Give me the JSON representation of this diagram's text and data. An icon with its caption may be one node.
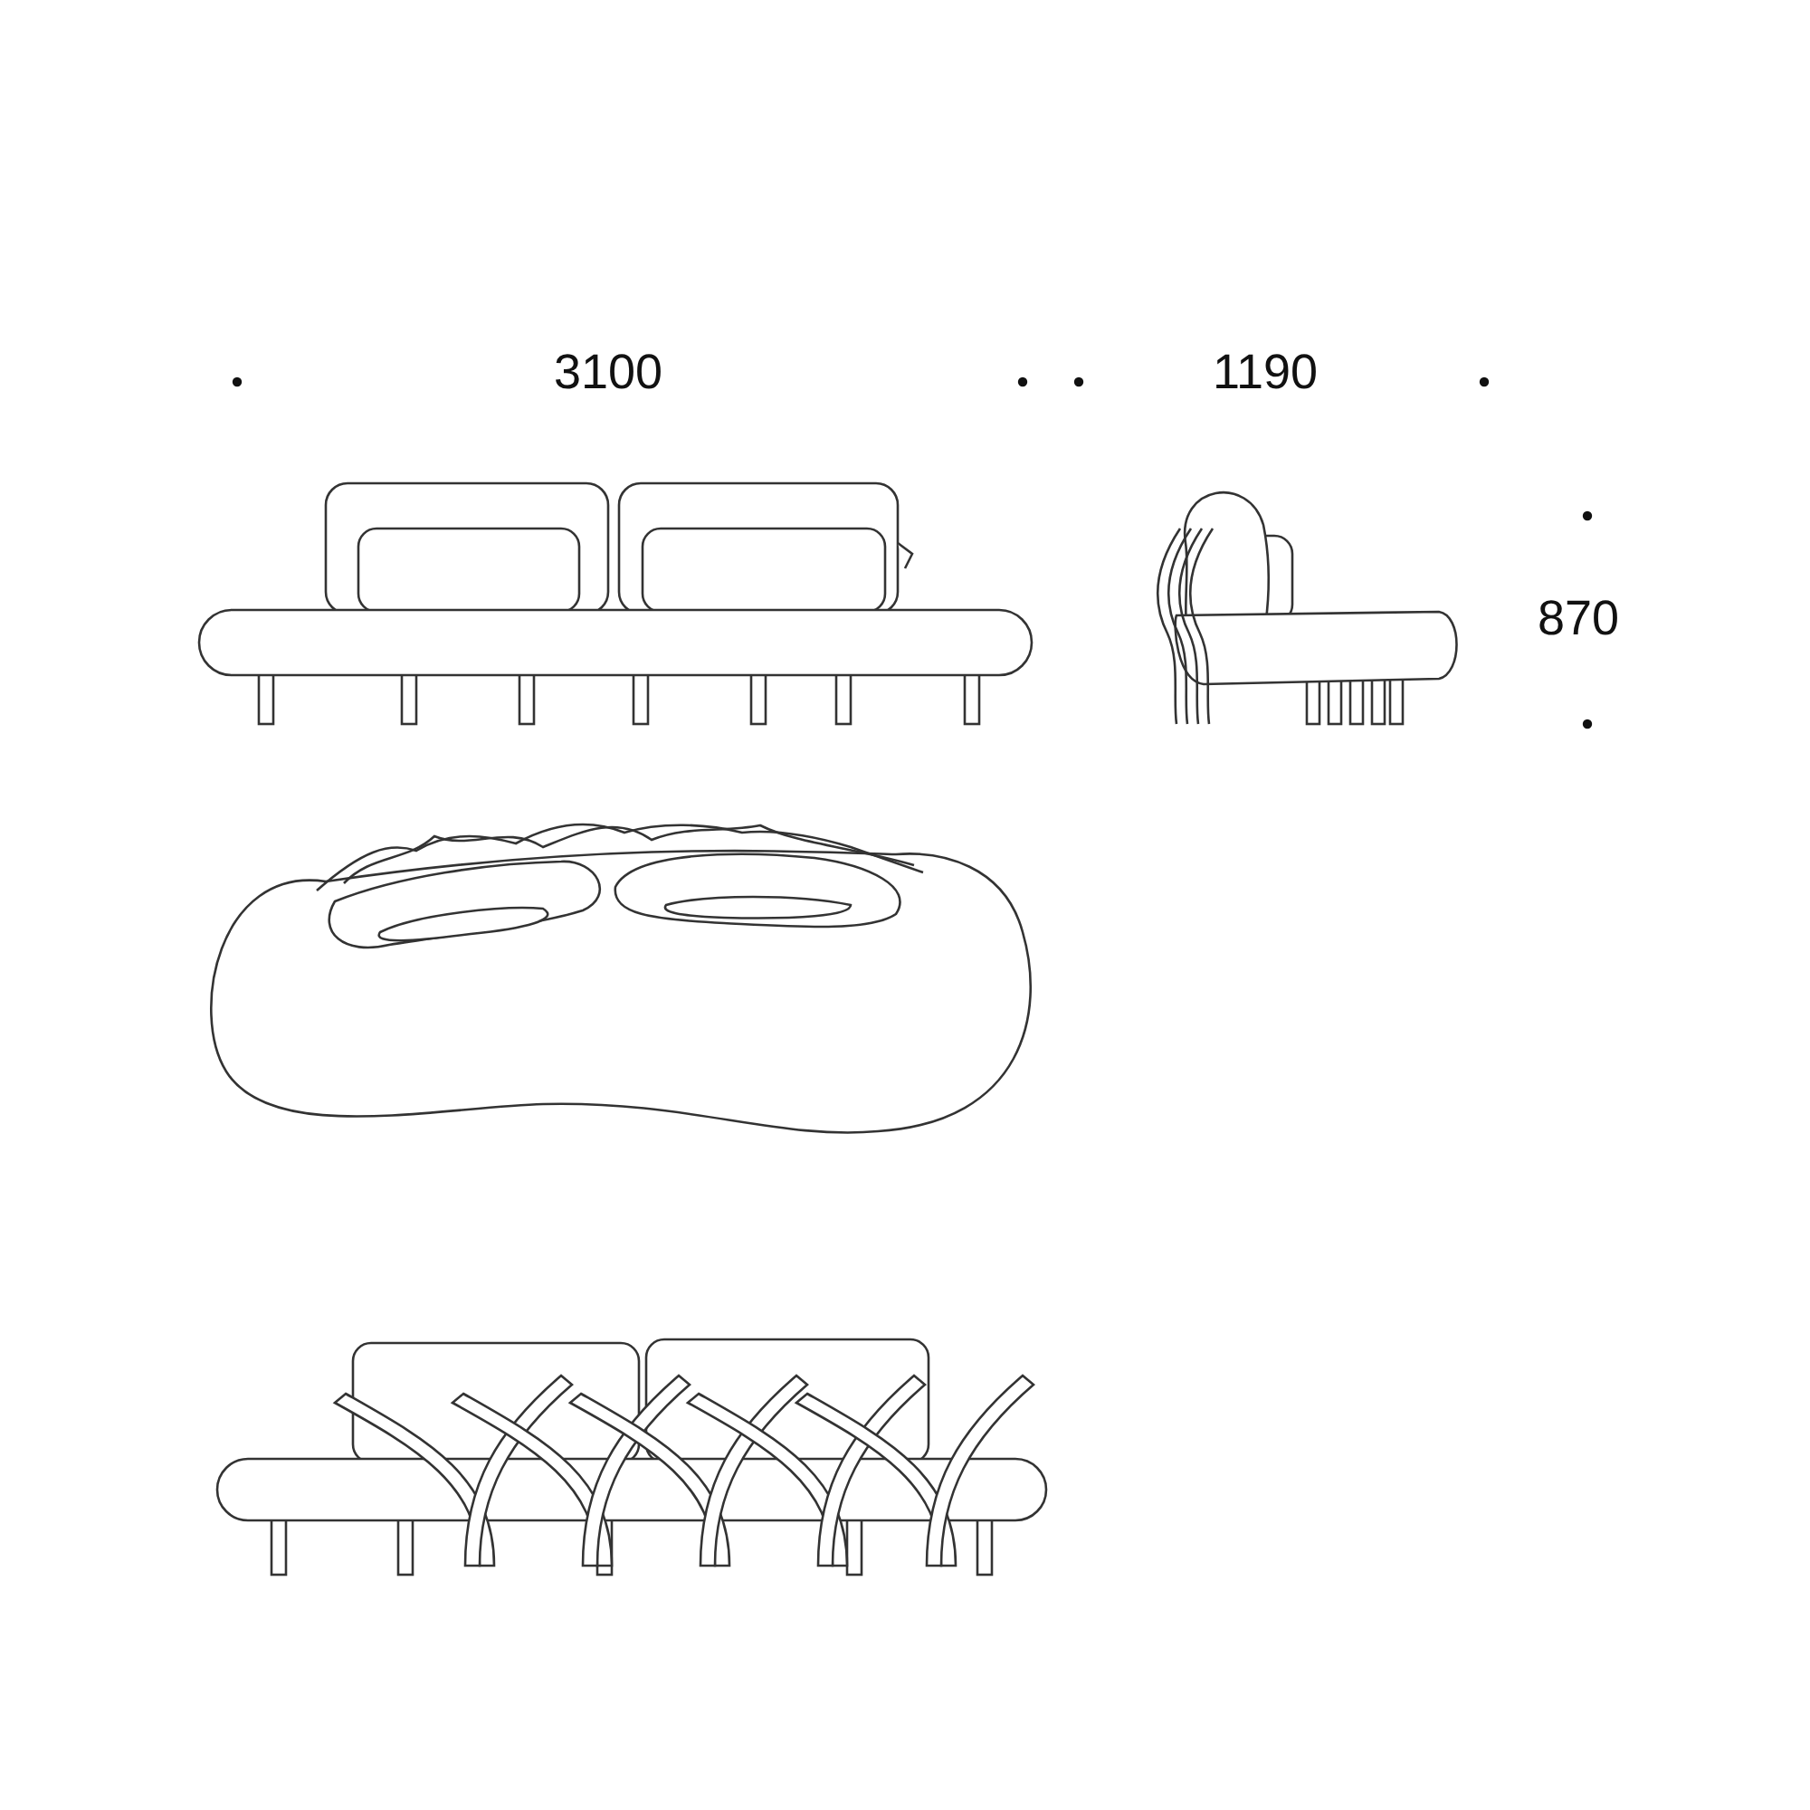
{
  "diagram": {
    "labels": [
      "3100",
      "1190",
      "870"
    ]
  }
}
